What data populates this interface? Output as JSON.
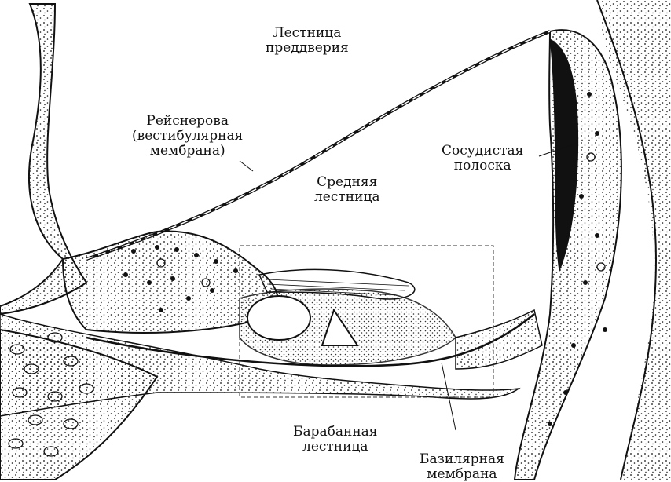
{
  "labels": {
    "scala_vestibuli": [
      "Лестница",
      "преддверия"
    ],
    "reissner": [
      "Рейснерова",
      "(вестибулярная",
      "мембрана)"
    ],
    "stria_vascularis": [
      "Сосудистая",
      "полоска"
    ],
    "scala_media": [
      "Средняя",
      "лестница"
    ],
    "scala_tympani": [
      "Барабанная",
      "лестница"
    ],
    "basilar": [
      "Базилярная",
      "мембрана"
    ]
  },
  "colors": {
    "ink": "#111111",
    "background": "#ffffff"
  }
}
